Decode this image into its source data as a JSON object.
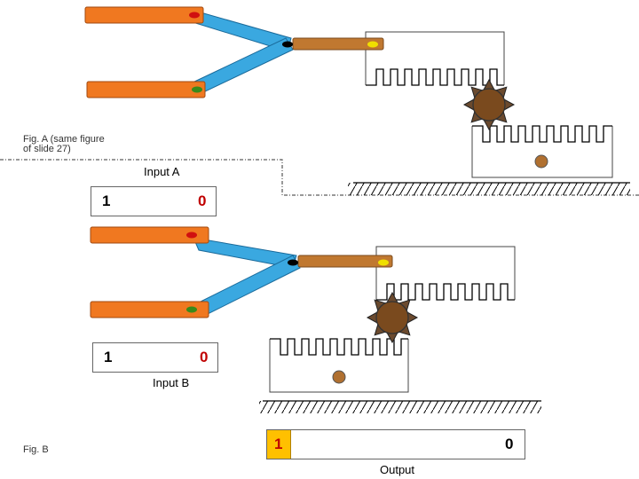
{
  "fig_a": {
    "caption_line1": "Fig. A (same figure",
    "caption_line2": "of slide 27)",
    "input_label": "Input A",
    "input_left_value": "1",
    "input_right_value": "0"
  },
  "fig_b": {
    "caption": "Fig. B",
    "input_label": "Input B",
    "input_left_value": "1",
    "input_right_value": "0"
  },
  "output": {
    "label": "Output",
    "left_value": "1",
    "right_value": "0"
  },
  "colors": {
    "input_bar": "#f07820",
    "link": "#3aa8e0",
    "rod": "#c07830",
    "gear": "#7a4a1e",
    "tooth": "#6b4a2e",
    "pin_red": "#d01010",
    "pin_green": "#3a8a1a",
    "pin_black": "#000000",
    "pin_yellow": "#f0e000",
    "value_red": "#c00000",
    "output_highlight": "#ffc000"
  }
}
